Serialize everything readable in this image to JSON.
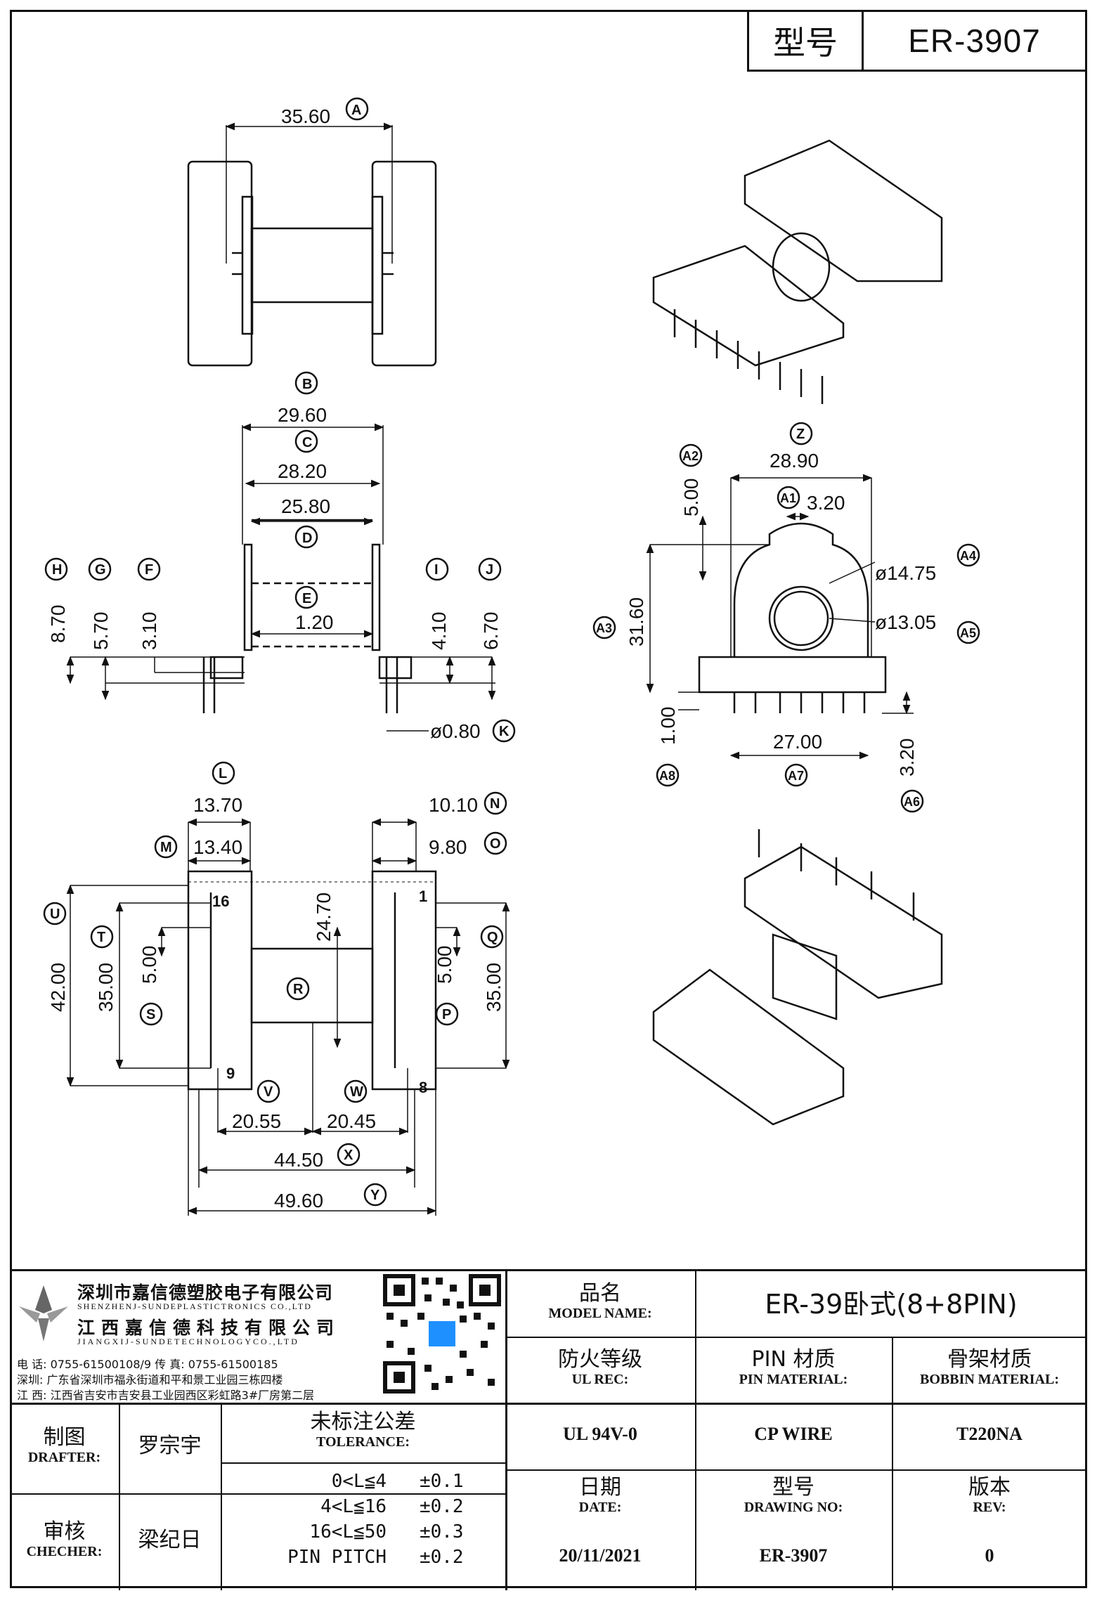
{
  "header": {
    "model_label": "型号",
    "model_value": "ER-3907"
  },
  "dimensions": {
    "top_view": {
      "A": "35.60"
    },
    "side_view": {
      "B": "29.60",
      "C": "28.20",
      "D": "25.80",
      "E": "1.20",
      "F": "3.10",
      "G": "5.70",
      "H": "8.70",
      "I": "4.10",
      "J": "6.70",
      "K": "ø0.80"
    },
    "front_view": {
      "Z": "28.90",
      "A1": "3.20",
      "A2": "5.00",
      "A3": "31.60",
      "A4": "ø14.75",
      "A5": "ø13.05",
      "A6": "3.20",
      "A7": "27.00",
      "A8": "1.00"
    },
    "bottom_view": {
      "L": "13.70",
      "M": "13.40",
      "N": "10.10",
      "O": "9.80",
      "U": "42.00",
      "T": "35.00",
      "S": "5.00",
      "R": "24.70",
      "P": "5.00",
      "Q": "35.00",
      "V": "20.55",
      "W": "20.45",
      "X": "44.50",
      "Y": "49.60"
    },
    "pin_numbers": {
      "p16": "16",
      "p1": "1",
      "p9": "9",
      "p8": "8"
    },
    "letters": {
      "A": "A",
      "B": "B",
      "C": "C",
      "D": "D",
      "E": "E",
      "F": "F",
      "G": "G",
      "H": "H",
      "I": "I",
      "J": "J",
      "K": "K",
      "L": "L",
      "M": "M",
      "N": "N",
      "O": "O",
      "P": "P",
      "Q": "Q",
      "R": "R",
      "S": "S",
      "T": "T",
      "U": "U",
      "V": "V",
      "W": "W",
      "X": "X",
      "Y": "Y",
      "Z": "Z",
      "A1": "A1",
      "A2": "A2",
      "A3": "A3",
      "A4": "A4",
      "A5": "A5",
      "A6": "A6",
      "A7": "A7",
      "A8": "A8"
    }
  },
  "company": {
    "name_cn_1": "深圳市嘉信德塑胶电子有限公司",
    "name_en_1": "SHENZHENJ-SUNDEPLASTICTRONICS CO.,LTD",
    "name_cn_2": "江西嘉信德科技有限公司",
    "name_en_2": "JIANGXIJ-SUNDETECHNOLOGYCO.,LTD",
    "phone_line": "电 话: 0755-61500108/9        传 真: 0755-61500185",
    "sz_address": "深圳: 广东省深圳市福永街道和平和景工业园三栋四楼",
    "jx_address": "江 西: 江西省吉安市吉安县工业园西区彩虹路3#厂房第二层"
  },
  "title_block": {
    "product_name_cn": "品名",
    "product_name_en": "MODEL NAME:",
    "product_name_value": "ER-39卧式(8+8PIN)",
    "ul_cn": "防火等级",
    "ul_en": "UL REC:",
    "ul_value": "UL 94V-0",
    "pin_cn": "PIN 材质",
    "pin_en": "PIN MATERIAL:",
    "pin_value": "CP WIRE",
    "bobbin_cn": "骨架材质",
    "bobbin_en": "BOBBIN MATERIAL:",
    "bobbin_value": "T220NA",
    "drafter_cn": "制图",
    "drafter_en": "DRAFTER:",
    "drafter_value": "罗宗宇",
    "checker_cn": "审核",
    "checker_en": "CHECHER:",
    "checker_value": "梁纪日",
    "tolerance_cn": "未标注公差",
    "tolerance_en": "TOLERANCE:",
    "tolerances": [
      {
        "range": "0<L≦4",
        "value": "±0.1"
      },
      {
        "range": "4<L≦16",
        "value": "±0.2"
      },
      {
        "range": "16<L≦50",
        "value": "±0.3"
      },
      {
        "range": "PIN PITCH",
        "value": "±0.2"
      }
    ],
    "date_cn": "日期",
    "date_en": "DATE:",
    "date_value": "20/11/2021",
    "drawing_cn": "型号",
    "drawing_en": "DRAWING NO:",
    "drawing_value": "ER-3907",
    "rev_cn": "版本",
    "rev_en": "REV:",
    "rev_value": "0"
  }
}
